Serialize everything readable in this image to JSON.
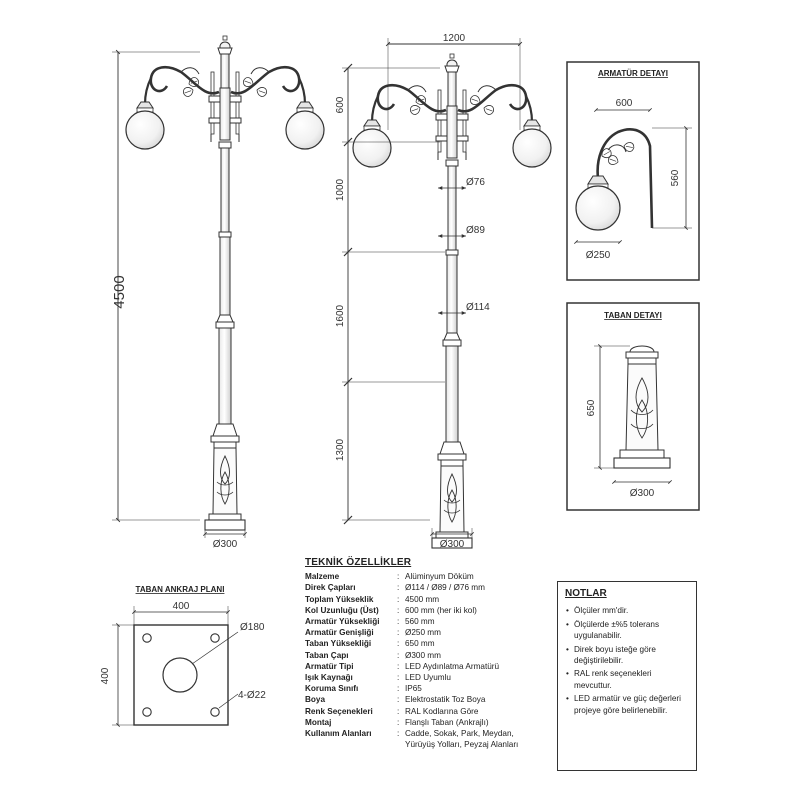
{
  "drawing": {
    "elevation_left": {
      "total_height": "4500",
      "base_diameter": "Ø300"
    },
    "elevation_right": {
      "width": "1200",
      "segments": [
        "600",
        "1000",
        "1600",
        "1300"
      ],
      "diameters": [
        "Ø76",
        "Ø89",
        "Ø114"
      ],
      "base_diameter": "Ø300"
    },
    "armature_detail": {
      "title": "ARMATÜR DETAYI",
      "width": "600",
      "height": "560",
      "globe_diameter": "Ø250"
    },
    "base_detail": {
      "title": "TABAN DETAYI",
      "height": "650",
      "diameter": "Ø300"
    },
    "anchor_plan": {
      "title": "TABAN ANKRAJ PLANI",
      "width": "400",
      "height": "400",
      "center_hole": "Ø180",
      "bolt_holes": "4-Ø22"
    }
  },
  "specs": {
    "title": "TEKNİK ÖZELLİKLER",
    "rows": [
      {
        "key": "Malzeme",
        "value": "Alüminyum Döküm"
      },
      {
        "key": "Direk Çapları",
        "value": "Ø114 / Ø89 / Ø76 mm"
      },
      {
        "key": "Toplam Yükseklik",
        "value": "4500 mm"
      },
      {
        "key": "Kol Uzunluğu (Üst)",
        "value": "600 mm (her iki kol)"
      },
      {
        "key": "Armatür Yüksekliği",
        "value": "560 mm"
      },
      {
        "key": "Armatür Genişliği",
        "value": "Ø250 mm"
      },
      {
        "key": "Taban Yüksekliği",
        "value": "650 mm"
      },
      {
        "key": "Taban Çapı",
        "value": "Ø300 mm"
      },
      {
        "key": "Armatür Tipi",
        "value": "LED Aydınlatma Armatürü"
      },
      {
        "key": "Işık Kaynağı",
        "value": "LED Uyumlu"
      },
      {
        "key": "Koruma Sınıfı",
        "value": "IP65"
      },
      {
        "key": "Boya",
        "value": "Elektrostatik Toz Boya"
      },
      {
        "key": "Renk Seçenekleri",
        "value": "RAL Kodlarına Göre"
      },
      {
        "key": "Montaj",
        "value": "Flanşlı Taban (Ankrajlı)"
      },
      {
        "key": "Kullanım Alanları",
        "value": "Cadde, Sokak, Park, Meydan,"
      },
      {
        "key": "",
        "value": "Yürüyüş Yolları, Peyzaj Alanları"
      }
    ]
  },
  "notes": {
    "title": "NOTLAR",
    "items": [
      "Ölçüler mm'dir.",
      "Ölçülerde ±%5 tolerans uygulanabilir.",
      "Direk boyu isteğe göre değiştirilebilir.",
      "RAL renk seçenekleri mevcuttur.",
      "LED armatür ve güç değerleri projeye göre belirlenebilir."
    ]
  },
  "colors": {
    "line": "#333333",
    "paper": "#ffffff"
  }
}
